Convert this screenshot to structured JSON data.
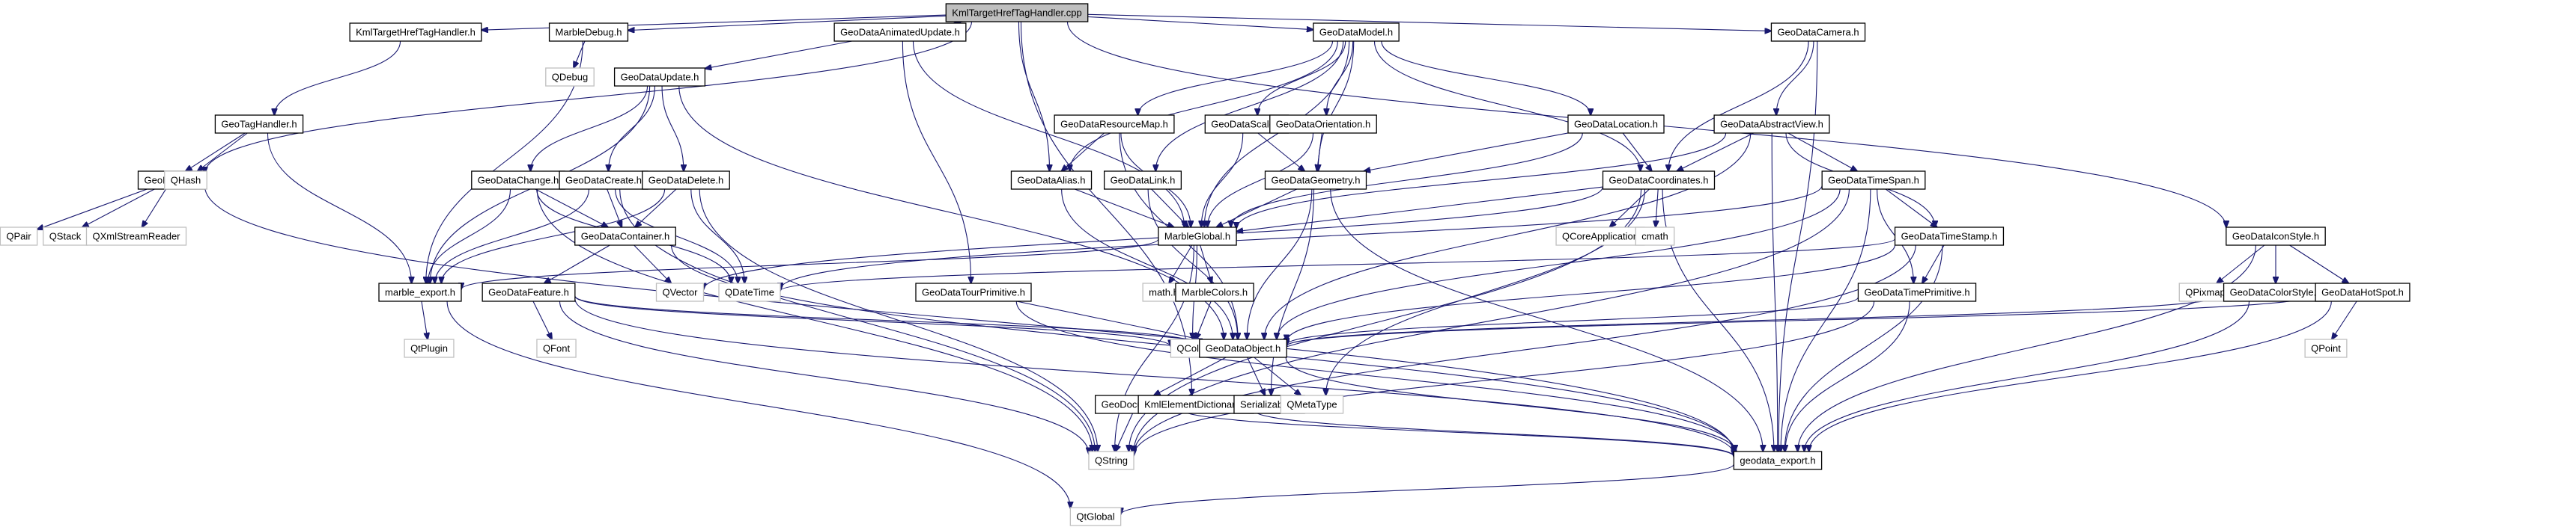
{
  "title": "KmlTargetHrefTagHandler.cpp include dependency graph",
  "colors": {
    "edge": "#191970",
    "root_fill": "#bfbfbf",
    "node_border": "#000000",
    "external_border": "#bfbfbf",
    "background": "#ffffff"
  },
  "nodes": [
    {
      "id": "root",
      "label": "KmlTargetHrefTagHandler.cpp",
      "kind": "root"
    },
    {
      "id": "kthh",
      "label": "KmlTargetHrefTagHandler.h",
      "kind": "header"
    },
    {
      "id": "mdebug",
      "label": "MarbleDebug.h",
      "kind": "header"
    },
    {
      "id": "gdau",
      "label": "GeoDataAnimatedUpdate.h",
      "kind": "header"
    },
    {
      "id": "gdmodel",
      "label": "GeoDataModel.h",
      "kind": "header"
    },
    {
      "id": "gdcam",
      "label": "GeoDataCamera.h",
      "kind": "header"
    },
    {
      "id": "gth",
      "label": "GeoTagHandler.h",
      "kind": "header"
    },
    {
      "id": "qdebug",
      "label": "QDebug",
      "kind": "external"
    },
    {
      "id": "gdupd",
      "label": "GeoDataUpdate.h",
      "kind": "header"
    },
    {
      "id": "gdrm",
      "label": "GeoDataResourceMap.h",
      "kind": "header"
    },
    {
      "id": "gdscale",
      "label": "GeoDataScale.h",
      "kind": "header"
    },
    {
      "id": "gdorient",
      "label": "GeoDataOrientation.h",
      "kind": "header"
    },
    {
      "id": "gdloc",
      "label": "GeoDataLocation.h",
      "kind": "header"
    },
    {
      "id": "gdav",
      "label": "GeoDataAbstractView.h",
      "kind": "header"
    },
    {
      "id": "gparser",
      "label": "GeoParser.h",
      "kind": "header"
    },
    {
      "id": "qhash",
      "label": "QHash",
      "kind": "external"
    },
    {
      "id": "gdchange",
      "label": "GeoDataChange.h",
      "kind": "header"
    },
    {
      "id": "gdcreate",
      "label": "GeoDataCreate.h",
      "kind": "header"
    },
    {
      "id": "gddelete",
      "label": "GeoDataDelete.h",
      "kind": "header"
    },
    {
      "id": "gdalias",
      "label": "GeoDataAlias.h",
      "kind": "header"
    },
    {
      "id": "gdlink",
      "label": "GeoDataLink.h",
      "kind": "header"
    },
    {
      "id": "gdgeom",
      "label": "GeoDataGeometry.h",
      "kind": "header"
    },
    {
      "id": "gdcoord",
      "label": "GeoDataCoordinates.h",
      "kind": "header"
    },
    {
      "id": "gdtspan",
      "label": "GeoDataTimeSpan.h",
      "kind": "header"
    },
    {
      "id": "qpair",
      "label": "QPair",
      "kind": "external"
    },
    {
      "id": "qstack",
      "label": "QStack",
      "kind": "external"
    },
    {
      "id": "qxml",
      "label": "QXmlStreamReader",
      "kind": "external"
    },
    {
      "id": "gdcont",
      "label": "GeoDataContainer.h",
      "kind": "header"
    },
    {
      "id": "mglobal",
      "label": "MarbleGlobal.h",
      "kind": "header"
    },
    {
      "id": "qcoreapp",
      "label": "QCoreApplication",
      "kind": "external"
    },
    {
      "id": "cmath",
      "label": "cmath",
      "kind": "external"
    },
    {
      "id": "gdtstamp",
      "label": "GeoDataTimeStamp.h",
      "kind": "header"
    },
    {
      "id": "gdicon",
      "label": "GeoDataIconStyle.h",
      "kind": "header"
    },
    {
      "id": "mexport",
      "label": "marble_export.h",
      "kind": "header"
    },
    {
      "id": "gdfeat",
      "label": "GeoDataFeature.h",
      "kind": "header"
    },
    {
      "id": "qvector",
      "label": "QVector",
      "kind": "external"
    },
    {
      "id": "qdatetime",
      "label": "QDateTime",
      "kind": "external"
    },
    {
      "id": "gdtour",
      "label": "GeoDataTourPrimitive.h",
      "kind": "header"
    },
    {
      "id": "mathh",
      "label": "math.h",
      "kind": "external"
    },
    {
      "id": "mcolors",
      "label": "MarbleColors.h",
      "kind": "header"
    },
    {
      "id": "gdtprim",
      "label": "GeoDataTimePrimitive.h",
      "kind": "header"
    },
    {
      "id": "qpixmap",
      "label": "QPixmap",
      "kind": "external"
    },
    {
      "id": "gdcolor",
      "label": "GeoDataColorStyle.h",
      "kind": "header"
    },
    {
      "id": "gdhot",
      "label": "GeoDataHotSpot.h",
      "kind": "header"
    },
    {
      "id": "qtplugin",
      "label": "QtPlugin",
      "kind": "external"
    },
    {
      "id": "qfont",
      "label": "QFont",
      "kind": "external"
    },
    {
      "id": "qcolor",
      "label": "QColor",
      "kind": "external"
    },
    {
      "id": "gdobj",
      "label": "GeoDataObject.h",
      "kind": "header"
    },
    {
      "id": "qpoint",
      "label": "QPoint",
      "kind": "external"
    },
    {
      "id": "gdoc",
      "label": "GeoDocument.h",
      "kind": "header"
    },
    {
      "id": "kmldict",
      "label": "KmlElementDictionary.h",
      "kind": "header"
    },
    {
      "id": "serial",
      "label": "Serializable.h",
      "kind": "header"
    },
    {
      "id": "qmeta",
      "label": "QMetaType",
      "kind": "external"
    },
    {
      "id": "qstring",
      "label": "QString",
      "kind": "external"
    },
    {
      "id": "gexport",
      "label": "geodata_export.h",
      "kind": "header"
    },
    {
      "id": "qtglobal",
      "label": "QtGlobal",
      "kind": "external"
    }
  ],
  "edges": [
    [
      "root",
      "kthh"
    ],
    [
      "root",
      "mdebug"
    ],
    [
      "root",
      "gdau"
    ],
    [
      "root",
      "gdmodel"
    ],
    [
      "root",
      "gdcam"
    ],
    [
      "root",
      "gparser"
    ],
    [
      "root",
      "gdalias"
    ],
    [
      "root",
      "kmldict"
    ],
    [
      "root",
      "gdicon"
    ],
    [
      "kthh",
      "gth"
    ],
    [
      "mdebug",
      "qdebug"
    ],
    [
      "mdebug",
      "mexport"
    ],
    [
      "gdau",
      "gdupd"
    ],
    [
      "gdau",
      "gdtour"
    ],
    [
      "gdau",
      "mglobal"
    ],
    [
      "gdmodel",
      "gdrm"
    ],
    [
      "gdmodel",
      "gdscale"
    ],
    [
      "gdmodel",
      "gdorient"
    ],
    [
      "gdmodel",
      "gdloc"
    ],
    [
      "gdmodel",
      "gdalias"
    ],
    [
      "gdmodel",
      "gdlink"
    ],
    [
      "gdmodel",
      "mglobal"
    ],
    [
      "gdmodel",
      "gdgeom"
    ],
    [
      "gdmodel",
      "gdcoord"
    ],
    [
      "gdcam",
      "gdav"
    ],
    [
      "gdcam",
      "gdcoord"
    ],
    [
      "gdcam",
      "gexport"
    ],
    [
      "gth",
      "gparser"
    ],
    [
      "gth",
      "qhash"
    ],
    [
      "gth",
      "mexport"
    ],
    [
      "gdupd",
      "gdchange"
    ],
    [
      "gdupd",
      "gdcreate"
    ],
    [
      "gdupd",
      "gddelete"
    ],
    [
      "gdupd",
      "mexport"
    ],
    [
      "gdupd",
      "gdobj"
    ],
    [
      "gdrm",
      "gdalias"
    ],
    [
      "gdrm",
      "mglobal"
    ],
    [
      "gdrm",
      "gdobj"
    ],
    [
      "gdscale",
      "mglobal"
    ],
    [
      "gdscale",
      "gdgeom"
    ],
    [
      "gdorient",
      "mglobal"
    ],
    [
      "gdorient",
      "gdgeom"
    ],
    [
      "gdloc",
      "gdcoord"
    ],
    [
      "gdloc",
      "gdgeom"
    ],
    [
      "gdloc",
      "mglobal"
    ],
    [
      "gdav",
      "gdcoord"
    ],
    [
      "gdav",
      "gdtspan"
    ],
    [
      "gdav",
      "gdtstamp"
    ],
    [
      "gdav",
      "gdobj"
    ],
    [
      "gdav",
      "mglobal"
    ],
    [
      "gdav",
      "gexport"
    ],
    [
      "gparser",
      "qpair"
    ],
    [
      "gparser",
      "qstack"
    ],
    [
      "gparser",
      "qxml"
    ],
    [
      "gparser",
      "gexport"
    ],
    [
      "gdchange",
      "gdcont"
    ],
    [
      "gdchange",
      "mexport"
    ],
    [
      "gdchange",
      "qdatetime"
    ],
    [
      "gdchange",
      "qstring"
    ],
    [
      "gdcreate",
      "gdcont"
    ],
    [
      "gdcreate",
      "mexport"
    ],
    [
      "gdcreate",
      "qdatetime"
    ],
    [
      "gdcreate",
      "qstring"
    ],
    [
      "gddelete",
      "gdcont"
    ],
    [
      "gddelete",
      "mexport"
    ],
    [
      "gddelete",
      "qdatetime"
    ],
    [
      "gddelete",
      "qstring"
    ],
    [
      "gdalias",
      "mglobal"
    ],
    [
      "gdalias",
      "gdobj"
    ],
    [
      "gdlink",
      "mglobal"
    ],
    [
      "gdlink",
      "gdobj"
    ],
    [
      "gdgeom",
      "mglobal"
    ],
    [
      "gdgeom",
      "gdobj"
    ],
    [
      "gdgeom",
      "gexport"
    ],
    [
      "gdgeom",
      "serial"
    ],
    [
      "gdcoord",
      "qcoreapp"
    ],
    [
      "gdcoord",
      "cmath"
    ],
    [
      "gdcoord",
      "mglobal"
    ],
    [
      "gdcoord",
      "qstring"
    ],
    [
      "gdcoord",
      "gexport"
    ],
    [
      "gdcoord",
      "qmeta"
    ],
    [
      "gdcoord",
      "qvector"
    ],
    [
      "gdtspan",
      "gdtstamp"
    ],
    [
      "gdtspan",
      "gdtprim"
    ],
    [
      "gdtspan",
      "qdatetime"
    ],
    [
      "gdtspan",
      "gexport"
    ],
    [
      "gdtspan",
      "gdobj"
    ],
    [
      "gdtspan",
      "qstring"
    ],
    [
      "gdcont",
      "gdfeat"
    ],
    [
      "gdcont",
      "qvector"
    ],
    [
      "gdcont",
      "gexport"
    ],
    [
      "mglobal",
      "mathh"
    ],
    [
      "mglobal",
      "mcolors"
    ],
    [
      "mglobal",
      "qcolor"
    ],
    [
      "mglobal",
      "qstring"
    ],
    [
      "mglobal",
      "mexport"
    ],
    [
      "gdtstamp",
      "gdtprim"
    ],
    [
      "gdtstamp",
      "qdatetime"
    ],
    [
      "gdtstamp",
      "gexport"
    ],
    [
      "gdtstamp",
      "gdobj"
    ],
    [
      "gdtstamp",
      "qstring"
    ],
    [
      "gdicon",
      "qpixmap"
    ],
    [
      "gdicon",
      "gdcolor"
    ],
    [
      "gdicon",
      "gdhot"
    ],
    [
      "gdicon",
      "gexport"
    ],
    [
      "mexport",
      "qtplugin"
    ],
    [
      "mexport",
      "qtglobal"
    ],
    [
      "gdfeat",
      "qfont"
    ],
    [
      "gdfeat",
      "gdobj"
    ],
    [
      "gdfeat",
      "qcolor"
    ],
    [
      "gdfeat",
      "qstring"
    ],
    [
      "gdfeat",
      "gexport"
    ],
    [
      "gdtour",
      "gdobj"
    ],
    [
      "gdtour",
      "gexport"
    ],
    [
      "mcolors",
      "qcolor"
    ],
    [
      "gdtprim",
      "gdobj"
    ],
    [
      "gdtprim",
      "gexport"
    ],
    [
      "gdtprim",
      "qstring"
    ],
    [
      "gdcolor",
      "gdobj"
    ],
    [
      "gdcolor",
      "gexport"
    ],
    [
      "gdhot",
      "qpoint"
    ],
    [
      "gdhot",
      "gdobj"
    ],
    [
      "gdhot",
      "gexport"
    ],
    [
      "gdobj",
      "gdoc"
    ],
    [
      "gdobj",
      "serial"
    ],
    [
      "gdobj",
      "qmeta"
    ],
    [
      "gdobj",
      "gexport"
    ],
    [
      "gdoc",
      "qstring"
    ],
    [
      "gdoc",
      "gexport"
    ],
    [
      "kmldict",
      "gexport"
    ],
    [
      "gexport",
      "qtglobal"
    ]
  ]
}
